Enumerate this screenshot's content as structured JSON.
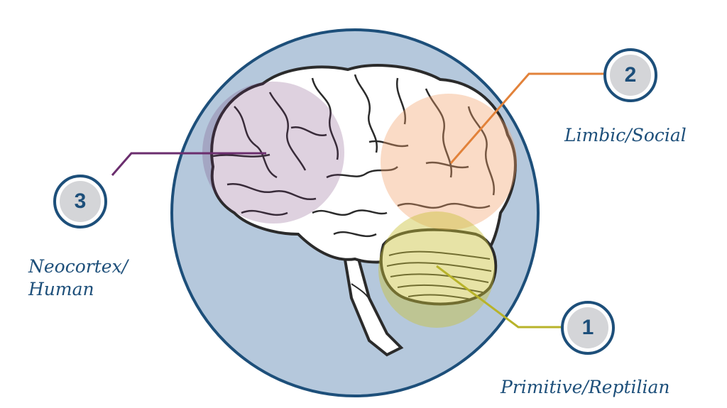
{
  "regions": [
    {
      "number": "1",
      "label_lines": [
        "Primitive/Reptilian"
      ],
      "color": "#b8b32a"
    },
    {
      "number": "2",
      "label_lines": [
        "Limbic/Social"
      ],
      "color": "#e2823a"
    },
    {
      "number": "3",
      "label_lines": [
        "Neocortex/",
        "Human"
      ],
      "color": "#6b2e6e"
    }
  ],
  "colors": {
    "background_circle": "#b5c8dc",
    "ring": "#1d4f7a",
    "text": "#1d4f7a",
    "badge_fill": "#d4d5d8"
  }
}
